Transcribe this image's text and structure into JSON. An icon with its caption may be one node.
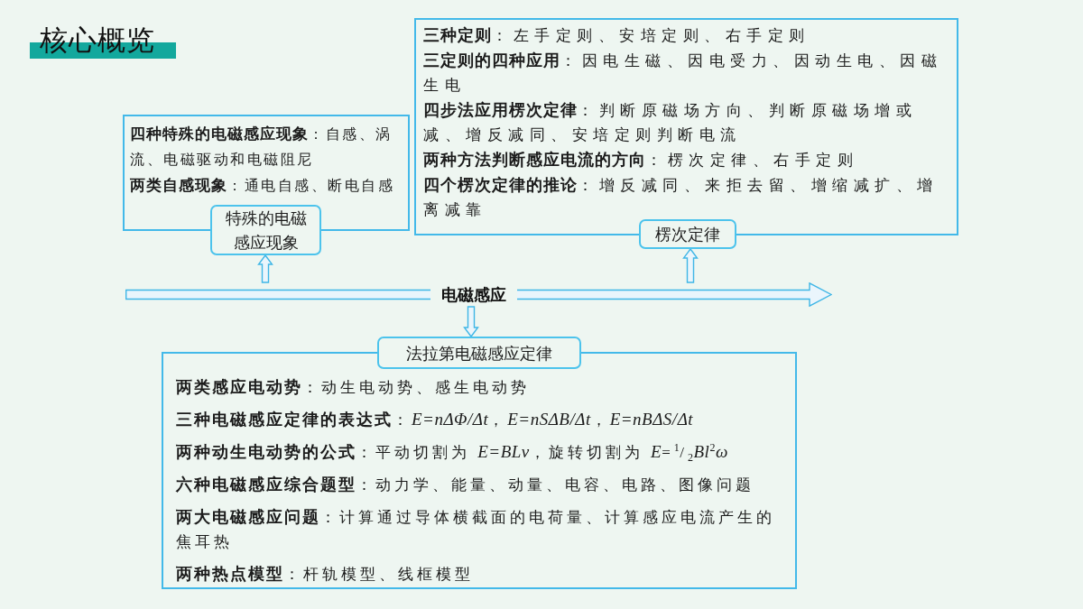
{
  "diagram": {
    "title": "核心概览",
    "nodes": [
      {
        "text": [
          "**四种特殊的电磁感应现象**：自感、涡流、电磁驱动和电磁阻尼",
          "**两类自感现象**：通电自感、断电自感"
        ]
      },
      {
        "text": [
          "特殊的电磁感应现象"
        ]
      },
      {
        "text": [
          "**三种定则**：左手定则、安培定则、右手定则",
          "**三定则的四种应用**：因电生磁、因电受力、因动生电、因磁生电",
          "**四步法应用楞次定律**：判断原磁场方向、判断原磁场增或减、增反减同、安培定则判断电流",
          "**两种方法判断感应电流的方向**：楞次定律、右手定则",
          "**四个楞次定律的推论**：增反减同、来拒去留、增缩减扩、增离减靠"
        ]
      },
      {
        "text": [
          "楞次定律"
        ]
      },
      {
        "text": [
          "电磁感应"
        ]
      },
      {
        "text": [
          "法拉第电磁感应定律"
        ]
      },
      {
        "text": [
          "**两类感应电动势**：动生电动势、感生电动势",
          "**三种电磁感应定律的表达式**：*E=nΔΦ/Δt*，*E=nSΔB/Δt*，*E=nBΔS/Δt*",
          "**两种动生电动势的公式**：平动切割为 *E=BLv*，旋转切割为 *E*=$^{1}$/$_{2}$*Bl*$^{2}$*ω*",
          "**六种电磁感应综合题型**：动力学、能量、动量、电容、电路、图像问题",
          "**两大电磁感应问题**：计算通过导体横截面的电荷量、计算感应电流产生的焦耳热",
          "**两种热点模型**：杆轨模型、线框模型"
        ]
      }
    ],
    "edges": [
      {
        "from": 4,
        "to": 1,
        "arrow": "to"
      },
      {
        "from": 4,
        "to": 3,
        "arrow": "to"
      },
      {
        "from": 4,
        "to": 5,
        "arrow": "to"
      }
    ]
  }
}
